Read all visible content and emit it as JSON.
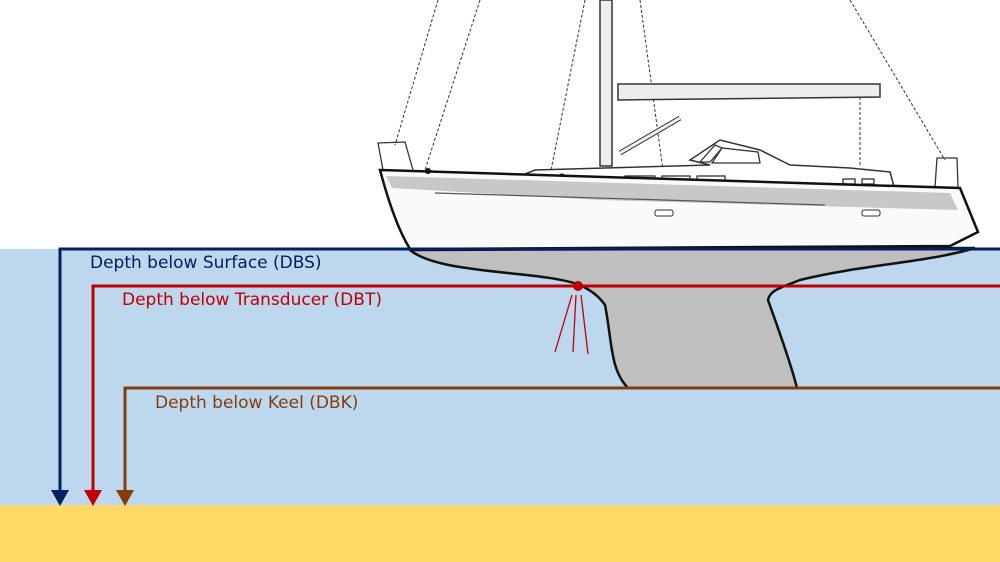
{
  "labels": {
    "dbs": "Depth below Surface (DBS)",
    "dbt": "Depth below Transducer (DBT)",
    "dbk": "Depth below Keel (DBK)"
  },
  "colors": {
    "water": "#BDD7EE",
    "seabed": "#FFD966",
    "dbs": "#002060",
    "dbt": "#C00000",
    "dbk": "#843C0C",
    "keel": "#BFBFBF"
  }
}
